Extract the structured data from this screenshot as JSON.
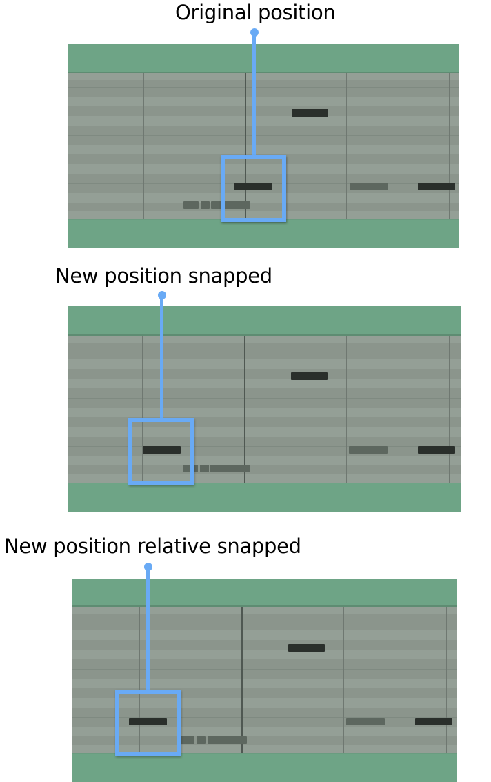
{
  "panels": [
    {
      "caption": "Original position"
    },
    {
      "caption": "New position snapped"
    },
    {
      "caption": "New position relative snapped"
    }
  ],
  "colors": {
    "accent": "#69aaf5",
    "band": "#6ea486",
    "grid": "#8b958c",
    "note": "#2a2f2b",
    "ghost_note": "#5d675f"
  }
}
